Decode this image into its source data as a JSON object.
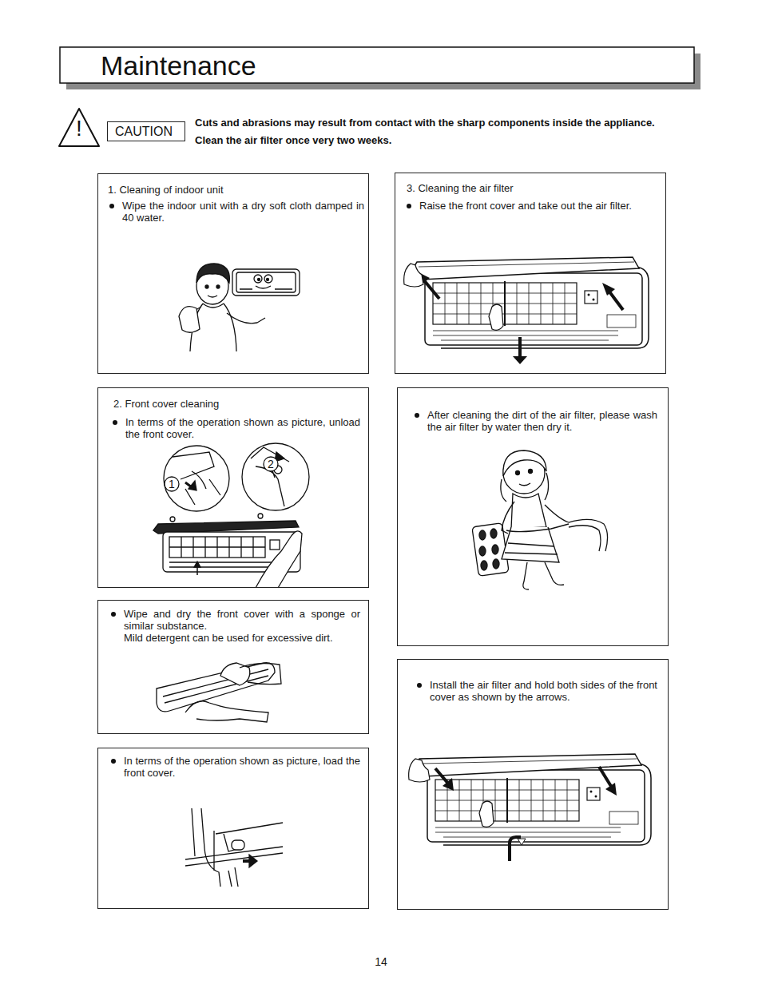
{
  "diagram": {
    "title": "Maintenance",
    "nodes": [
      {
        "text": [
          "CAUTION"
        ]
      },
      {
        "text": [
          "1. Cleaning of indoor unit",
          "Wipe the indoor unit with a dry soft cloth damped in 40 water."
        ]
      },
      {
        "text": [
          "2. Front cover cleaning",
          "In terms of the operation shown as picture, unload the front cover."
        ]
      },
      {
        "text": [
          "Wipe and dry the front cover with a sponge or similar substance.",
          "Mild detergent can be used for excessive dirt."
        ]
      },
      {
        "text": [
          "In terms of the operation shown as picture, load the front cover."
        ]
      },
      {
        "text": [
          "3. Cleaning the air filter",
          "Raise the front cover and take out the air filter."
        ]
      },
      {
        "text": [
          "After cleaning the dirt of the air filter, please wash the air filter by water then dry it."
        ]
      },
      {
        "text": [
          "Install the air filter and hold both sides of the front cover as shown by the arrows."
        ]
      }
    ],
    "labels": [
      "!",
      "Cuts and abrasions may result from contact with the sharp components inside the appliance.",
      "Clean the air filter once very two weeks.",
      "1",
      "2",
      "14"
    ]
  }
}
